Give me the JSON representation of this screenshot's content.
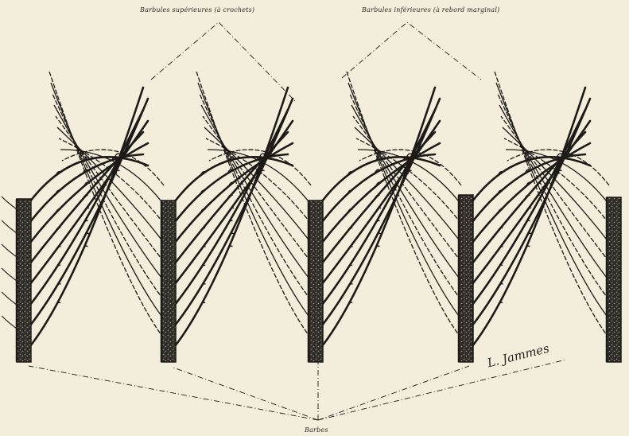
{
  "labels": {
    "upper_barbules": "Barbules supérieures (à crochets)",
    "lower_barbules": "Barbules inférieures (à rebord marginal)",
    "barbs": "Barbes"
  },
  "signature": "L. Jammes",
  "colors": {
    "paper": "#f3eedc",
    "ink": "#1d1a17",
    "barb_fill": "#3a3632"
  }
}
